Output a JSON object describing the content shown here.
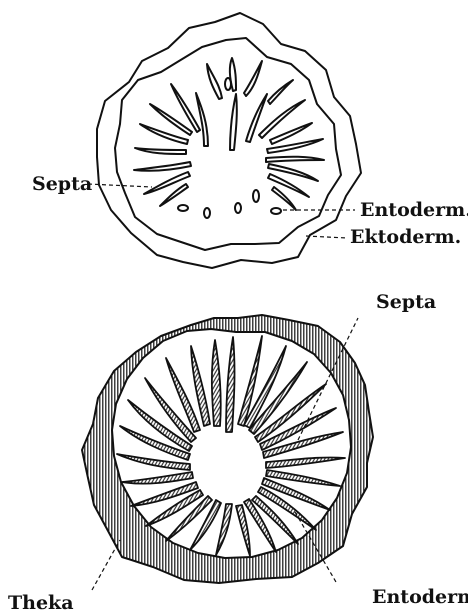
{
  "figure_top": {
    "labels": {
      "septa": "Septa",
      "entoderm": "Entoderm.",
      "ektoderm": "Ektoderm."
    }
  },
  "figure_bottom": {
    "labels": {
      "septa": "Septa",
      "theka": "Theka",
      "entoderm": "Entoderm"
    }
  },
  "colors": {
    "ink": "#111111",
    "paper": "#ffffff"
  }
}
